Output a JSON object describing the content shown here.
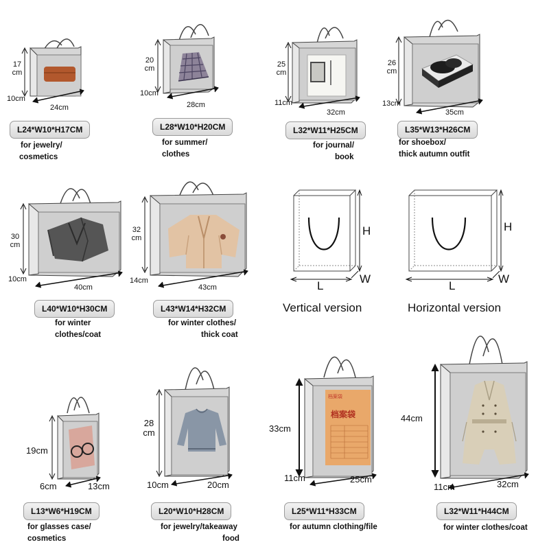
{
  "bags": [
    {
      "size_label": "L24*W10*H17CM",
      "use": [
        "for jewelry/",
        "cosmetics"
      ],
      "height": "17 cm",
      "width": "10cm",
      "length": "24cm",
      "product": "cosmetic-bag"
    },
    {
      "size_label": "L28*W10*H20CM",
      "use": [
        "for summer/",
        "clothes"
      ],
      "height": "20 cm",
      "width": "10cm",
      "length": "28cm",
      "product": "plaid-skirt"
    },
    {
      "size_label": "L32*W11*H25CM",
      "use": [
        "for journal/",
        "book"
      ],
      "height": "25 cm",
      "width": "11cm",
      "length": "32cm",
      "product": "journal-book"
    },
    {
      "size_label": "L35*W13*H26CM",
      "use": [
        "for shoebox/",
        "thick autumn outfit"
      ],
      "height": "26 cm",
      "width": "13cm",
      "length": "35cm",
      "product": "shoebox"
    },
    {
      "size_label": "L40*W10*H30CM",
      "use": [
        "for winter",
        "clothes/coat"
      ],
      "height": "30 cm",
      "width": "10cm",
      "length": "40cm",
      "product": "grey-coat"
    },
    {
      "size_label": "L43*W14*H32CM",
      "use": [
        "for winter clothes/",
        "thick coat"
      ],
      "height": "32 cm",
      "width": "14cm",
      "length": "43cm",
      "product": "beige-coat"
    },
    {
      "size_label": "L13*W6*H19CM",
      "use": [
        "for glasses case/",
        "cosmetics"
      ],
      "height": "19cm",
      "width": "6cm",
      "length": "13cm",
      "product": "glasses-case"
    },
    {
      "size_label": "L20*W10*H28CM",
      "use": [
        "for jewelry/takeaway",
        "food"
      ],
      "height": "28 cm",
      "width": "10cm",
      "length": "20cm",
      "product": "sweater"
    },
    {
      "size_label": "L25*W11*H33CM",
      "use": [
        "for autumn clothing/file"
      ],
      "height": "33cm",
      "width": "11cm",
      "length": "25cm",
      "product": "file-folder"
    },
    {
      "size_label": "L32*W11*H44CM",
      "use": [
        "for winter clothes/coat"
      ],
      "height": "44cm",
      "width": "11cm",
      "length": "32cm",
      "product": "trench-coat"
    }
  ],
  "file_folder_text": {
    "brand": "档案袋",
    "title": "档案袋"
  },
  "diagrams": [
    {
      "caption": "Vertical version",
      "h": "H",
      "w": "W",
      "l": "L"
    },
    {
      "caption": "Horizontal version",
      "h": "H",
      "w": "W",
      "l": "L"
    }
  ],
  "colors": {
    "bag_face": "#d6d6d6",
    "bag_line": "#444444",
    "badge_bg": "#e2e2e2",
    "folder": "#e9a86a"
  }
}
